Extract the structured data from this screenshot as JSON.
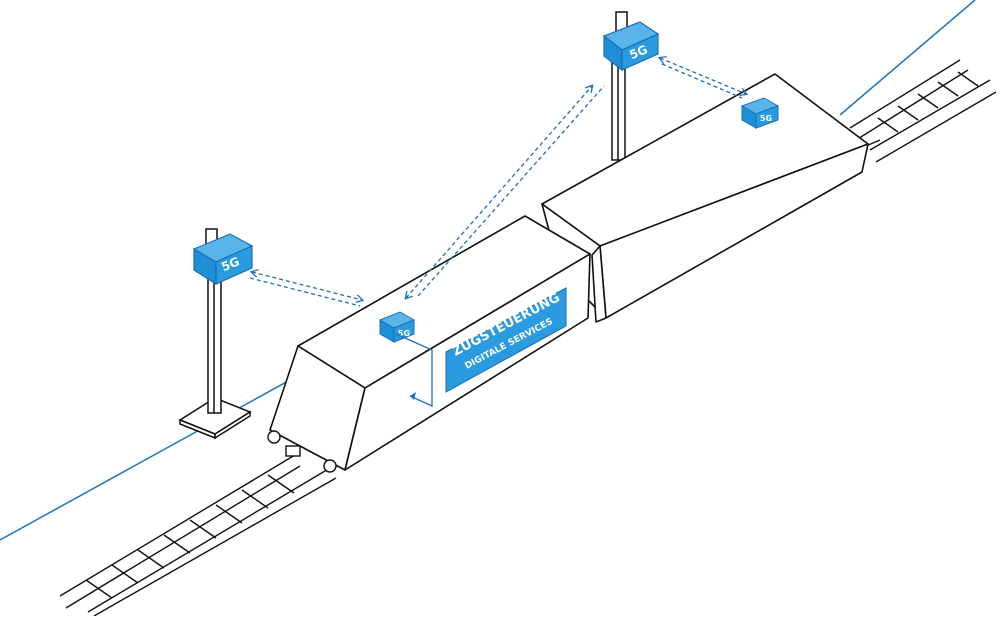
{
  "diagram": {
    "antenna_label": "5G",
    "module_label": "5G",
    "panel_line1": "ZUGSTEUERUNG",
    "panel_line2": "DIGITALE SERVICES"
  },
  "colors": {
    "accent": "#1e90d8",
    "ground_line": "#1874c4",
    "stroke": "#111111",
    "background": "#ffffff"
  },
  "icons": {
    "mast": "antenna-mast-icon",
    "module": "5g-module-icon",
    "link": "dashed-double-arrow"
  }
}
